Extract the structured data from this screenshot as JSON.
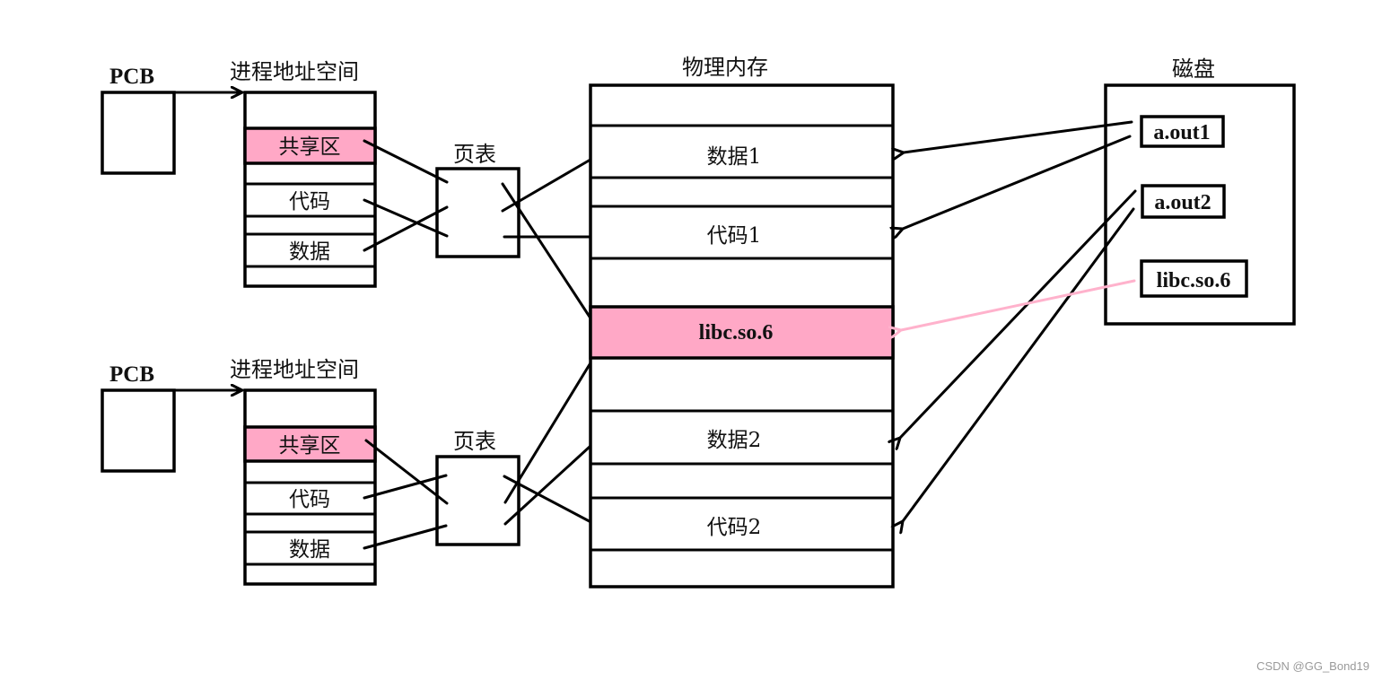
{
  "colors": {
    "shared": "#ffa8c6",
    "pink_arrow": "#ffb2cc",
    "stroke": "#000000"
  },
  "process1": {
    "pcb_label": "PCB",
    "address_space_label": "进程地址空间",
    "regions": [
      "共享区",
      "代码",
      "数据"
    ],
    "page_table_label": "页表"
  },
  "process2": {
    "pcb_label": "PCB",
    "address_space_label": "进程地址空间",
    "regions": [
      "共享区",
      "代码",
      "数据"
    ],
    "page_table_label": "页表"
  },
  "physical_memory": {
    "label": "物理内存",
    "blocks": [
      "数据1",
      "代码1",
      "libc.so.6",
      "数据2",
      "代码2"
    ]
  },
  "disk": {
    "label": "磁盘",
    "files": [
      "a.out1",
      "a.out2",
      "libc.so.6"
    ]
  },
  "watermark": "CSDN @GG_Bond19"
}
